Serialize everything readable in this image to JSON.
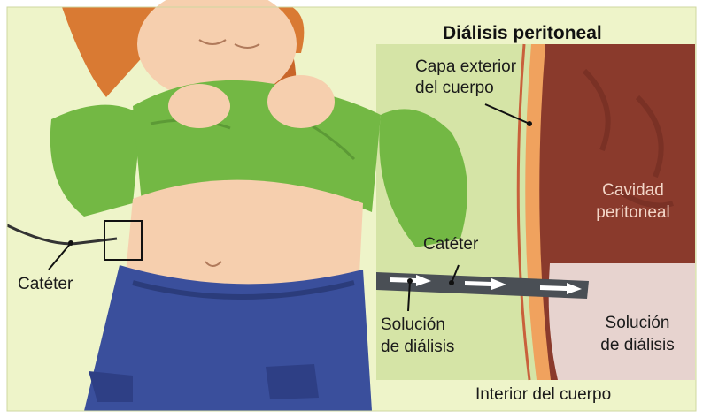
{
  "diagram": {
    "title": "Diálisis peritoneal",
    "labels": {
      "outer_layer_line1": "Capa exterior",
      "outer_layer_line2": "del cuerpo",
      "peritoneal_cavity_line1": "Cavidad",
      "peritoneal_cavity_line2": "peritoneal",
      "catheter_detail": "Catéter",
      "solution_left_line1": "Solución",
      "solution_left_line2": "de diálisis",
      "solution_right_line1": "Solución",
      "solution_right_line2": "de diálisis",
      "body_interior": "Interior del cuerpo",
      "catheter_child": "Catéter"
    },
    "colors": {
      "background": "#eef4c9",
      "detail_panel": "#d5e4a6",
      "skin_layer": "#f0a25e",
      "cavity": "#8a3a2c",
      "solution": "#e7d3cf",
      "shirt": "#73b844",
      "jeans": "#3a4f9c",
      "skin": "#f6cfae",
      "hair": "#d97a33"
    }
  }
}
